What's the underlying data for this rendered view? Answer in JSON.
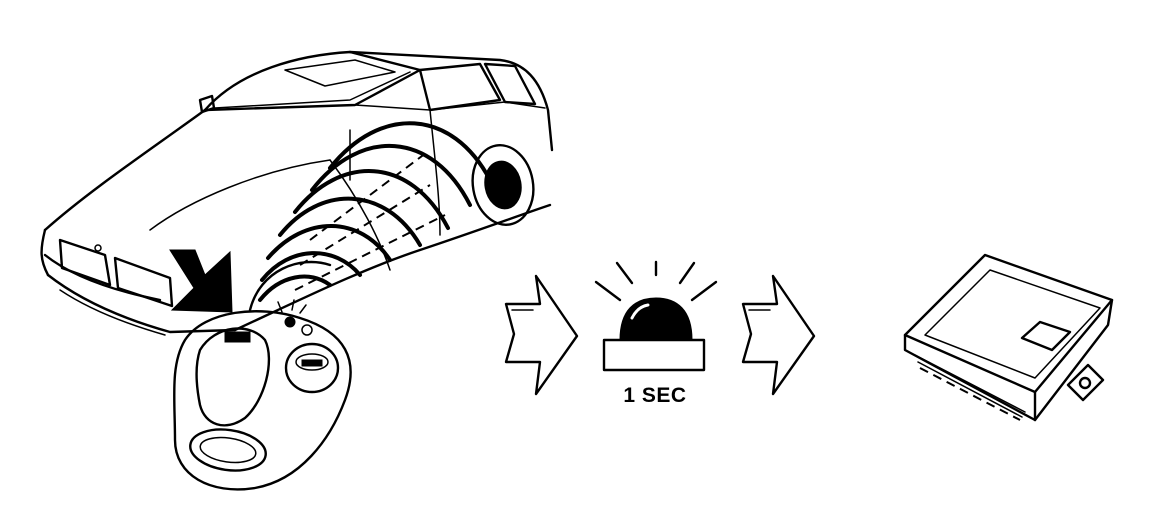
{
  "caption": {
    "duration_label": "1 SEC"
  },
  "sequence": {
    "steps": [
      "key-fob-press",
      "indicator-lamp-flash",
      "control-module"
    ],
    "connector": "arrow-right-icon"
  },
  "colors": {
    "ink": "#000000",
    "background": "#ffffff"
  }
}
